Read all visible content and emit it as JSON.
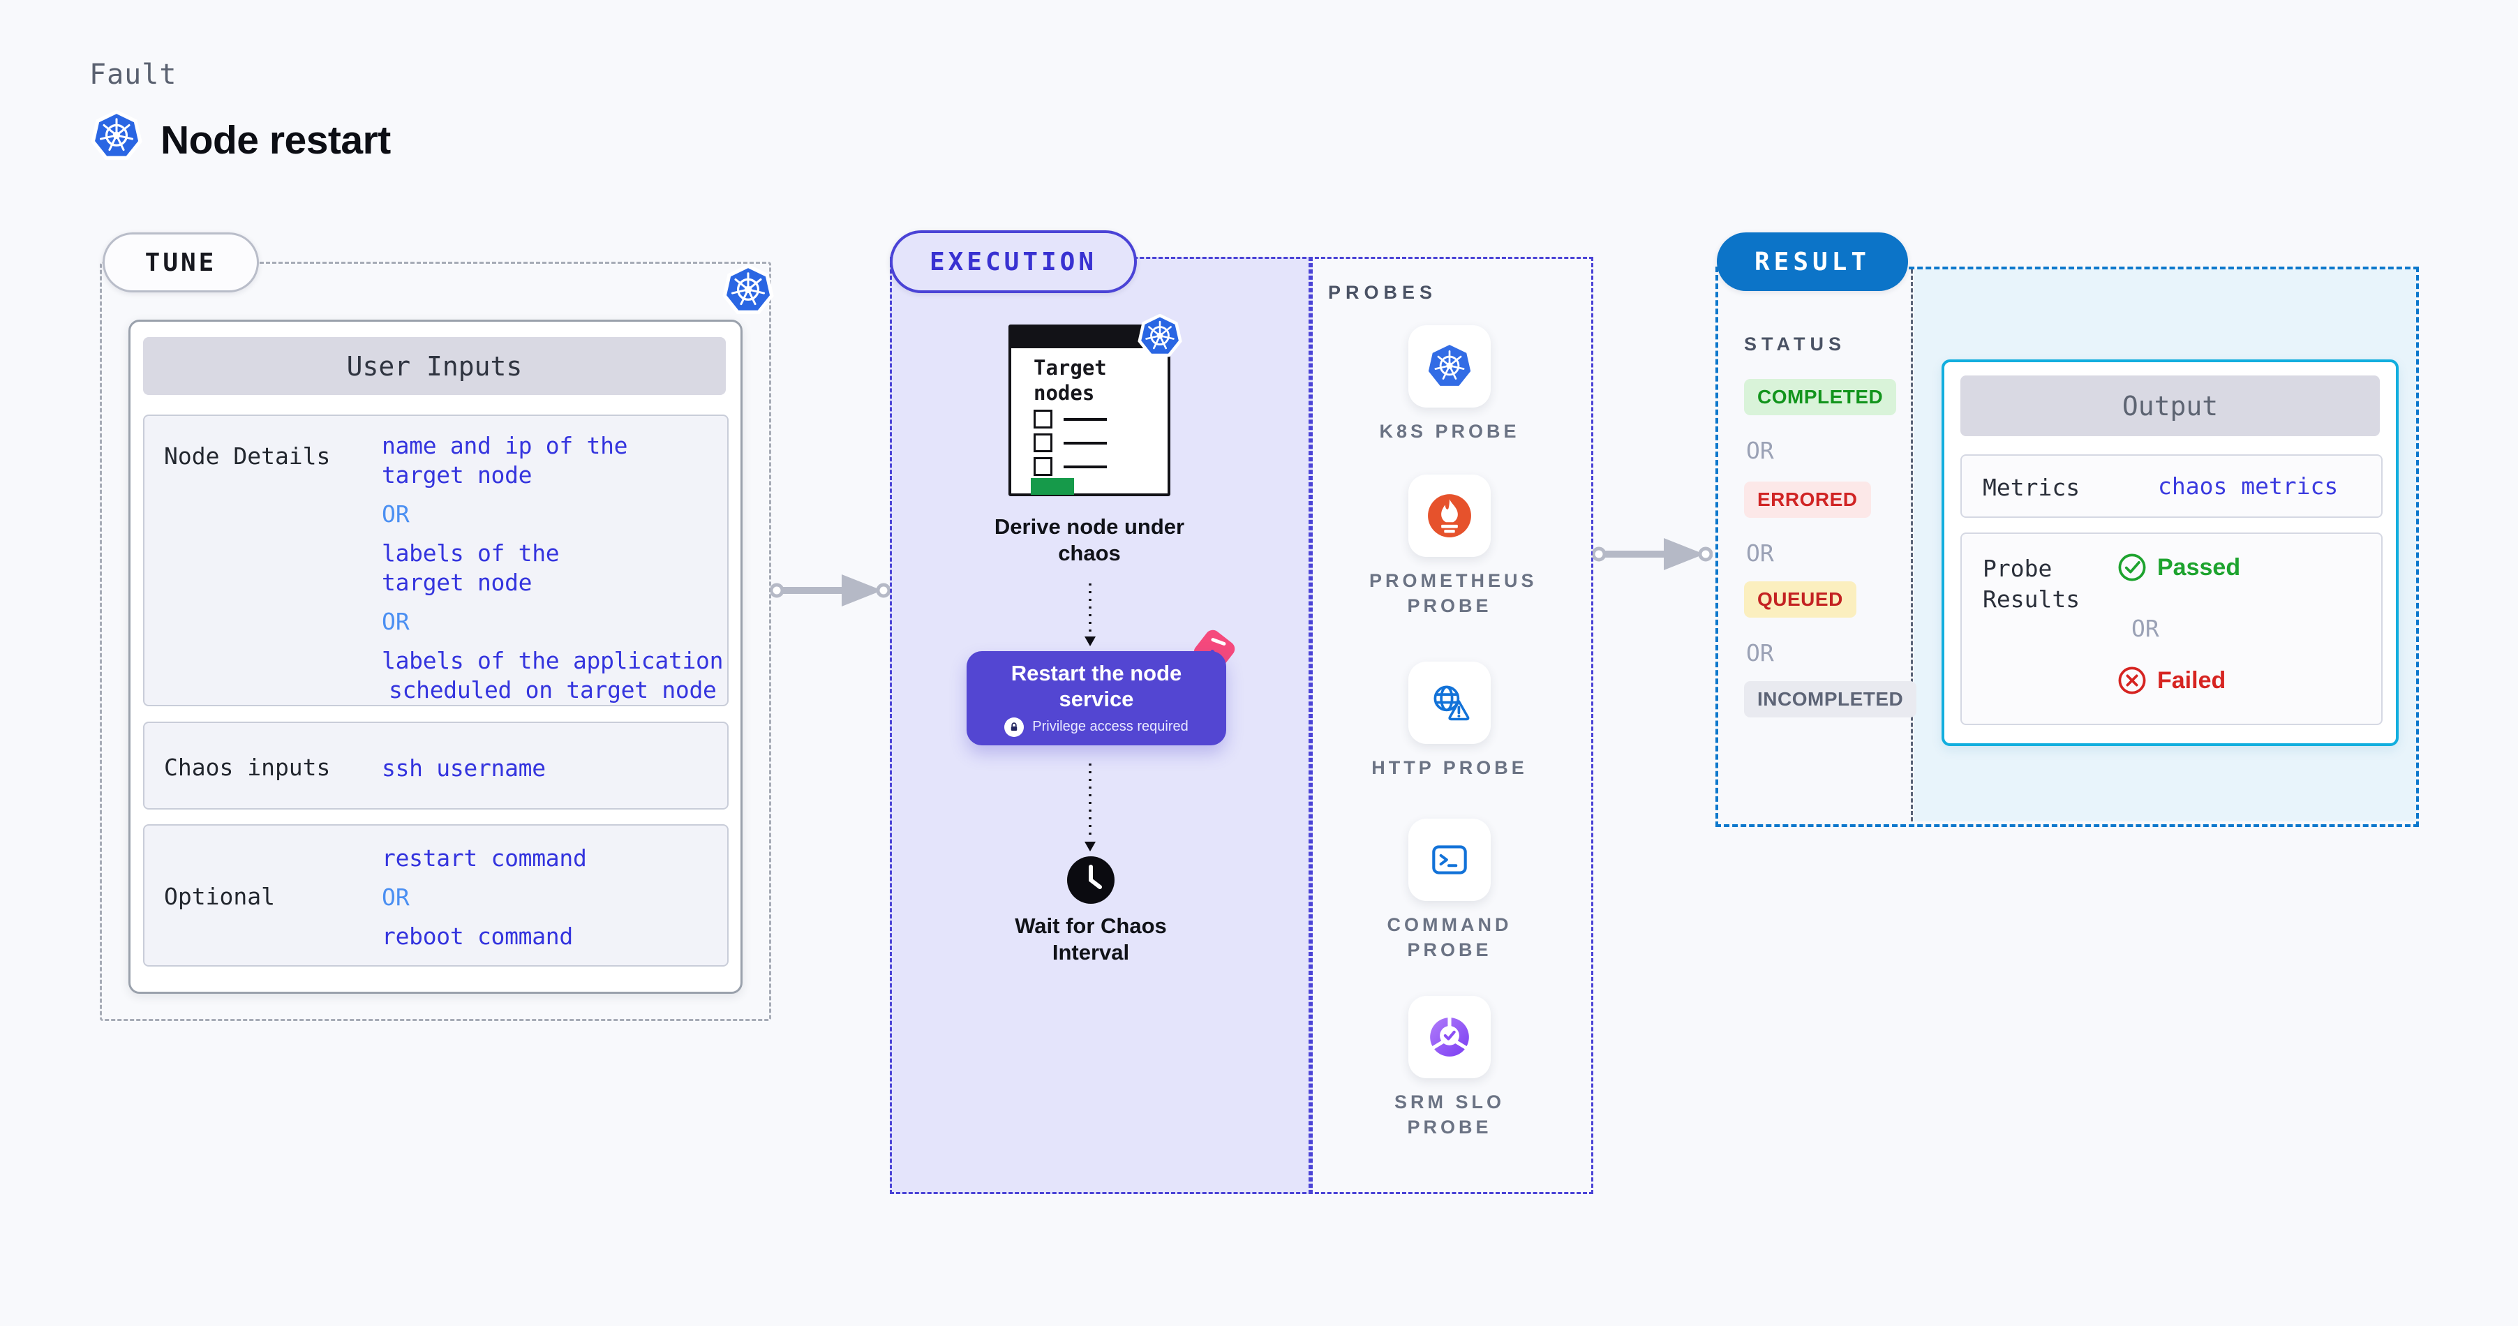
{
  "header": {
    "eyebrow": "Fault",
    "title": "Node restart"
  },
  "tune": {
    "pill": "TUNE",
    "table_title": "User Inputs",
    "or": "OR",
    "rows": [
      {
        "label": "Node Details",
        "value1_lines": [
          "name and ip of the",
          "target node"
        ],
        "value2_lines": [
          "labels of the",
          "target node"
        ],
        "value3_lines": [
          "labels of the application",
          "scheduled on target node"
        ]
      },
      {
        "label": "Chaos inputs",
        "value": "ssh username"
      },
      {
        "label": "Optional",
        "value1": "restart command",
        "value2": "reboot command"
      }
    ]
  },
  "execution": {
    "pill": "EXECUTION",
    "target_card_lines": [
      "Target",
      "nodes"
    ],
    "step_derive_lines": [
      "Derive node under",
      "chaos"
    ],
    "restart_button_lines": [
      "Restart the node",
      "service"
    ],
    "restart_button_note": "Privilege access required",
    "step_wait_lines": [
      "Wait for Chaos",
      "Interval"
    ]
  },
  "probes": {
    "heading": "PROBES",
    "items": [
      {
        "name": "K8S PROBE",
        "icon": "kubernetes-icon"
      },
      {
        "name": "PROMETHEUS PROBE",
        "icon": "prometheus-icon"
      },
      {
        "name": "HTTP PROBE",
        "icon": "globe-alert-icon"
      },
      {
        "name": "COMMAND PROBE",
        "icon": "terminal-icon"
      },
      {
        "name": "SRM SLO PROBE",
        "icon": "slo-check-donut-icon"
      }
    ]
  },
  "result": {
    "pill": "RESULT",
    "status_heading": "STATUS",
    "or": "OR",
    "status_completed": "COMPLETED",
    "status_errored": "ERRORED",
    "status_queued": "QUEUED",
    "status_incompleted": "INCOMPLETED",
    "output": {
      "title": "Output",
      "metrics_label": "Metrics",
      "metrics_value": "chaos metrics",
      "probe_results_lines": [
        "Probe",
        "Results"
      ],
      "passed": "Passed",
      "or": "OR",
      "failed": "Failed"
    }
  },
  "colors": {
    "k8s_blue": "#326ce5",
    "indigo_border": "#4a43d6",
    "execution_bg": "#e4e4fb",
    "result_pill_blue": "#0c74c8",
    "result_bg": "#e8f4fb",
    "output_border_cyan": "#12aede",
    "button_indigo": "#5346d2",
    "chaos_pink": "#f5497c",
    "prometheus_orange": "#e6522c",
    "passed_green": "#1da32e",
    "failed_red": "#d62421",
    "value_blue": "#3434de",
    "or_light_blue": "#4b8ff2",
    "completed_bg": "#d9f3d9",
    "errored_bg": "#fce8e8",
    "queued_bg": "#fbefbf",
    "incompleted_bg": "#e9eaf0",
    "srm_purple": "#8b4ff4",
    "target_green": "#169a4a"
  }
}
